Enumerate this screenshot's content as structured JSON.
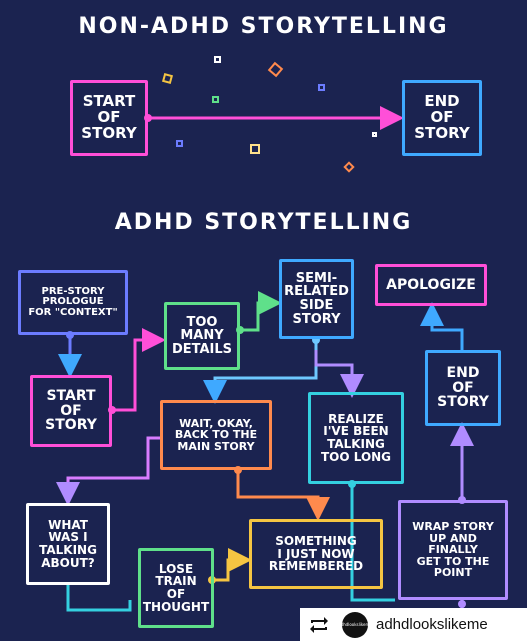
{
  "titles": {
    "non_adhd": "NON-ADHD STORYTELLING",
    "adhd": "ADHD STORYTELLING"
  },
  "non_adhd": {
    "start": "START\nOF\nSTORY",
    "end": "END\nOF\nSTORY"
  },
  "adhd": {
    "prologue": "PRE-STORY\nPROLOGUE\nFOR \"CONTEXT\"",
    "start": "START\nOF\nSTORY",
    "too_many_details": "TOO\nMANY\nDETAILS",
    "semi_related": "SEMI-\nRELATED\nSIDE\nSTORY",
    "apologize": "APOLOGIZE",
    "end": "END\nOF\nSTORY",
    "back_to_main": "WAIT, OKAY,\nBACK TO THE\nMAIN STORY",
    "realize": "REALIZE\nI'VE BEEN\nTALKING\nTOO LONG",
    "what_was": "WHAT\nWAS I\nTALKING\nABOUT?",
    "something": "SOMETHING\nI JUST NOW\nREMEMBERED",
    "wrap_up": "WRAP STORY\nUP AND\nFINALLY\nGET TO THE\nPOINT",
    "lose_train": "LOSE\nTRAIN\nOF\nTHOUGHT"
  },
  "footer": {
    "avatar_text": "adhdlookslikeme",
    "handle": "adhdlookslikeme"
  },
  "colors": {
    "background": "#1b2350",
    "pink": "#ff4fd8",
    "blue": "#3fa9ff",
    "yellow": "#f5c542",
    "green": "#5fe08a",
    "cyan": "#34d0e0",
    "orange": "#ff8a4d",
    "purple": "#b08cff",
    "lime": "#9be564"
  }
}
